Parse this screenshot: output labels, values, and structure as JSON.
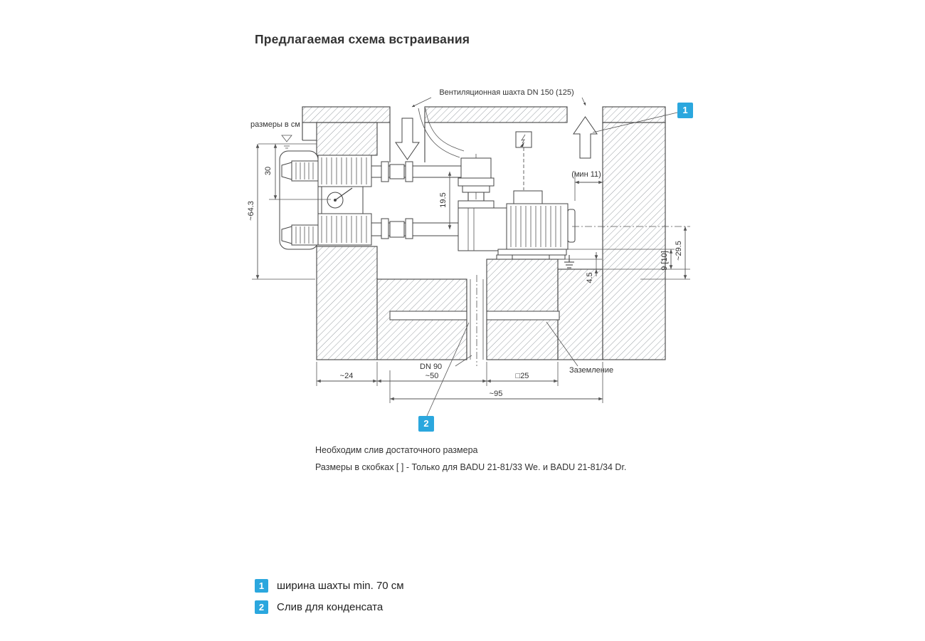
{
  "title": "Предлагаемая схема встраивания",
  "colors": {
    "accent": "#2ba7de",
    "line": "#444444",
    "hatch": "#9aa0a5"
  },
  "diagram": {
    "vent_shaft_label": "Вентиляционная шахта DN 150 (125)",
    "units_note": "размеры в см",
    "ground_label": "Заземление",
    "marker1": "1",
    "marker2": "2",
    "dims": {
      "depth_top": "30",
      "depth_total": "~64.3",
      "pipe_spacing": "19.5",
      "min_gap": "(мин 11)",
      "plinth_step": "4.5",
      "base_height": "9 [10]",
      "axis_height": "~29.5",
      "wall_width": "~24",
      "shaft_left": "~50",
      "plinth_width": "□25",
      "shaft_width": "~95",
      "drain_dn": "DN 90"
    }
  },
  "notes": {
    "line1": "Необходим слив достаточного размера",
    "line2": "Размеры в скобках  [ ] - Только для BADU 21-81/33 We. и BADU 21-81/34 Dr."
  },
  "legend": {
    "items": [
      {
        "marker": "1",
        "label": "ширина шахты min. 70 см"
      },
      {
        "marker": "2",
        "label": "Слив для конденсата"
      }
    ]
  }
}
